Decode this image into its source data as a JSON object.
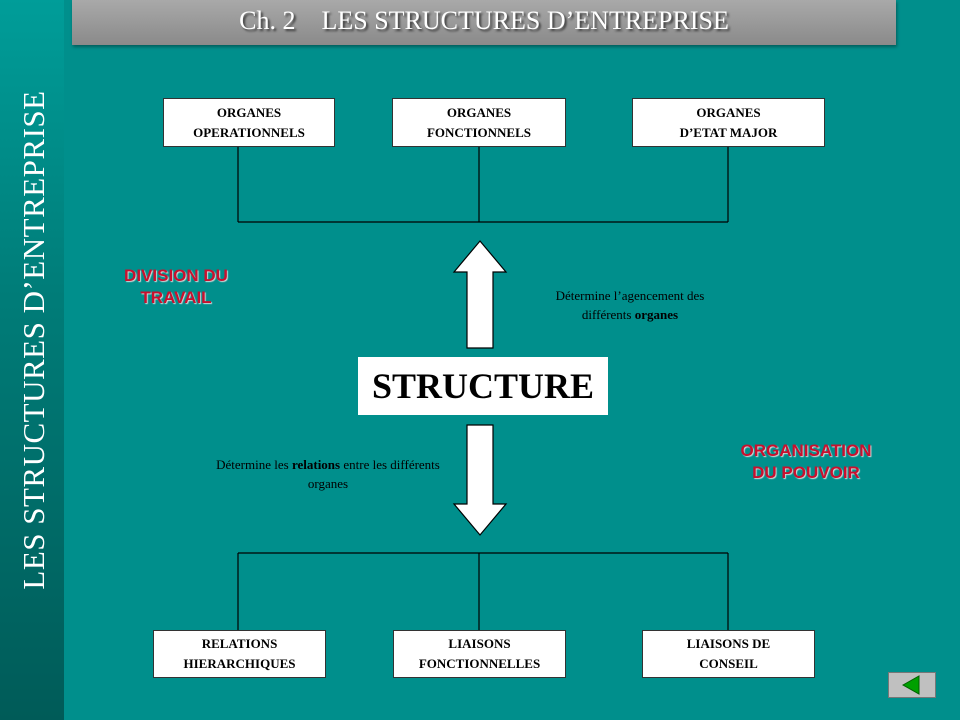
{
  "header": {
    "title": "Ch. 2    LES STRUCTURES D’ENTREPRISE"
  },
  "side_title": "LES STRUCTURES D’ENTREPRISE",
  "top_boxes": [
    {
      "label": "ORGANES\nOPERATIONNELS"
    },
    {
      "label": "ORGANES\nFONCTIONNELS"
    },
    {
      "label": "ORGANES\nD’ETAT MAJOR"
    }
  ],
  "bottom_boxes": [
    {
      "label": "RELATIONS\nHIERARCHIQUES"
    },
    {
      "label": "LIAISONS\nFONCTIONNELLES"
    },
    {
      "label": "LIAISONS DE\nCONSEIL"
    }
  ],
  "center": {
    "label": "STRUCTURE"
  },
  "labels": {
    "division": "DIVISION DU\nTRAVAIL",
    "organisation": "ORGANISATION\nDU POUVOIR"
  },
  "notes": {
    "up_prefix": "Détermine l’agencement des différents ",
    "up_bold": "organes",
    "down_prefix": "Détermine les ",
    "down_bold": "relations",
    "down_suffix": " entre les différents organes"
  },
  "nav": {
    "icon": "back-arrow-icon",
    "color": "#00a000"
  },
  "colors": {
    "background": "#008f8c",
    "accent_red": "#c8102e"
  }
}
